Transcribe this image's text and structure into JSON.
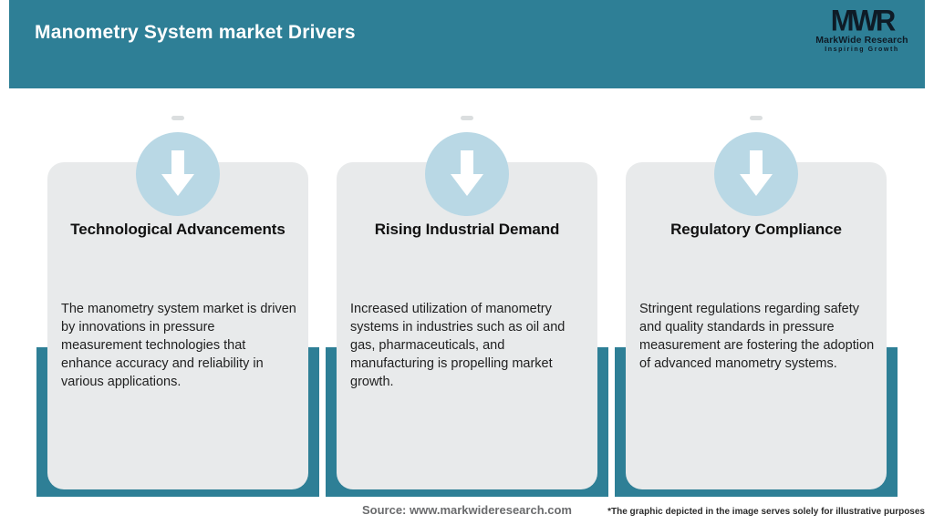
{
  "header": {
    "title": "Manometry System market Drivers",
    "logo": {
      "acronym": "MWR",
      "name": "MarkWide Research",
      "tagline": "Inspiring Growth"
    }
  },
  "cards": [
    {
      "icon": "down-arrow-icon",
      "title": "Technological Advancements",
      "description": "The manometry system market is driven by innovations in pressure measurement technologies that enhance accuracy and reliability in various applications."
    },
    {
      "icon": "down-arrow-icon",
      "title": "Rising Industrial Demand",
      "description": "Increased utilization of manometry systems in industries such as oil and gas, pharmaceuticals, and manufacturing is propelling market growth."
    },
    {
      "icon": "down-arrow-icon",
      "title": "Regulatory Compliance",
      "description": "Stringent regulations regarding safety and quality standards in pressure measurement are fostering the adoption of advanced manometry systems."
    }
  ],
  "footer": {
    "source": "Source: www.markwideresearch.com",
    "disclaimer": "*The graphic depicted in the image serves solely for illustrative purposes"
  },
  "colors": {
    "header_teal": "#2E7F96",
    "band_teal": "#2E7F96",
    "circle_blue": "#B9D8E5",
    "card_gray": "#E8EAEB",
    "logo_dark": "#0e1b26",
    "source_gray": "#6A6B6D"
  }
}
